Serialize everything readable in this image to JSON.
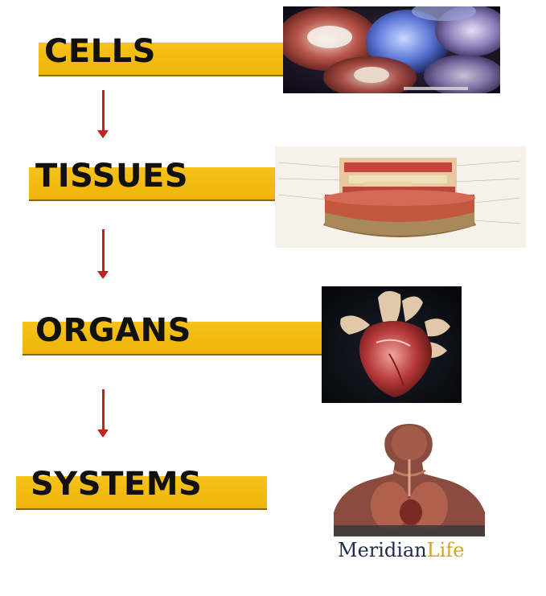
{
  "diagram": {
    "levels": [
      {
        "label": "CELLS",
        "image": "cells-microscope-image"
      },
      {
        "label": "TISSUES",
        "image": "tissue-layers-image"
      },
      {
        "label": "ORGANS",
        "image": "heart-organ-image"
      },
      {
        "label": "SYSTEMS",
        "image": "human-torso-systems-image"
      }
    ],
    "arrow_color": "#c0231f",
    "bar_color": "#f2bb12"
  },
  "logo": {
    "name_part1": "Meridian",
    "name_part2": "Life",
    "colors": {
      "part1": "#1e2a4a",
      "part2": "#d4a514"
    }
  }
}
